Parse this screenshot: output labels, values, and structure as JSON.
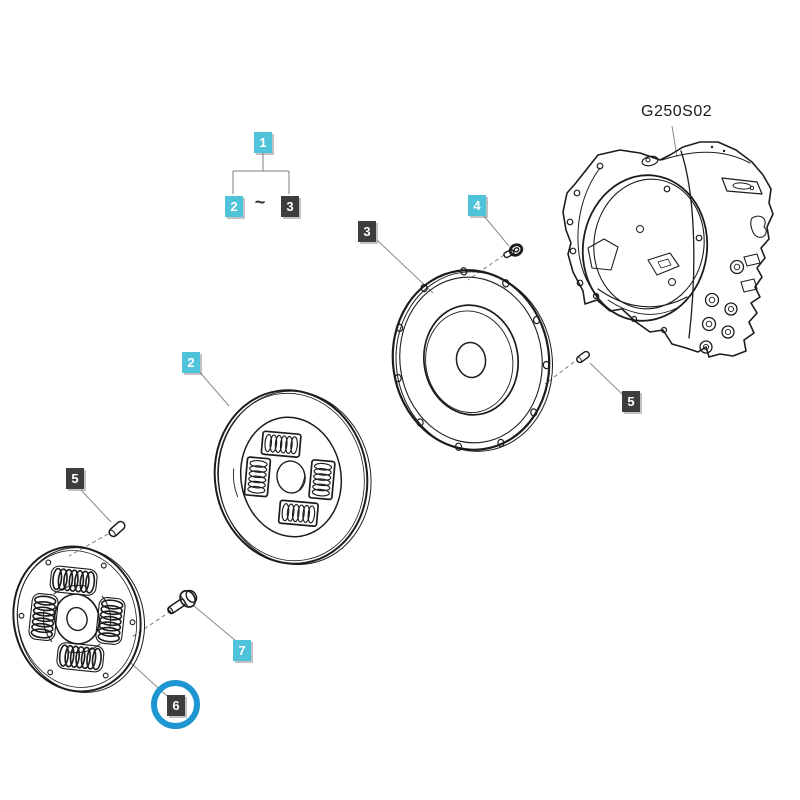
{
  "diagram": {
    "title": "G250S02",
    "range_separator": "~",
    "callouts": {
      "c1": "1",
      "c2_range": "2",
      "c3_range": "3",
      "c2": "2",
      "c3": "3",
      "c4": "4",
      "c5_left": "5",
      "c5_right": "5",
      "c6": "6",
      "c7": "7"
    },
    "highlighted_callout": "6",
    "colors": {
      "callout_cyan": "#4ec3da",
      "callout_dark": "#3d3d3d",
      "highlight_ring_blue": "#1f96d2",
      "drawing_line": "#1c1c1c",
      "leader_line_gray": "#8a8a8a"
    }
  }
}
